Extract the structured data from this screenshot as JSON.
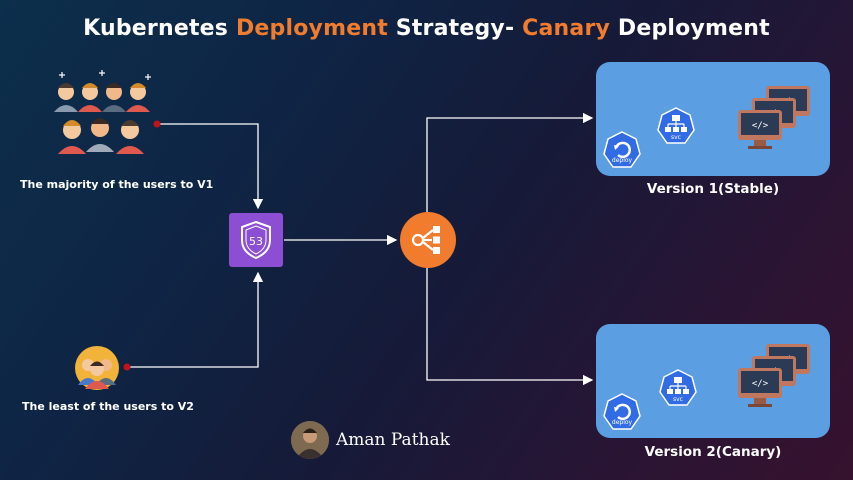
{
  "title": {
    "part1": "Kubernetes ",
    "part2": "Deployment",
    "part3": " Strategy- ",
    "part4": "Canary",
    "part5": " Deployment"
  },
  "users_majority": {
    "caption": "The majority of the users to V1",
    "icon": "crowd-users-icon"
  },
  "users_least": {
    "caption": "The least of the users to V2",
    "icon": "small-group-users-icon"
  },
  "route53": {
    "label": "53",
    "icon": "route53-shield-icon"
  },
  "load_balancer": {
    "icon": "load-balancer-icon"
  },
  "version1": {
    "caption": "Version 1(Stable)",
    "deploy_label": "deploy",
    "svc_label": "svc"
  },
  "version2": {
    "caption": "Version 2(Canary)",
    "deploy_label": "deploy",
    "svc_label": "svc"
  },
  "author": {
    "name": "Aman Pathak"
  },
  "colors": {
    "accent": "#f27c2e",
    "panel": "#5b9ee2",
    "route53": "#8c4fd3",
    "k8s": "#326ce5"
  }
}
